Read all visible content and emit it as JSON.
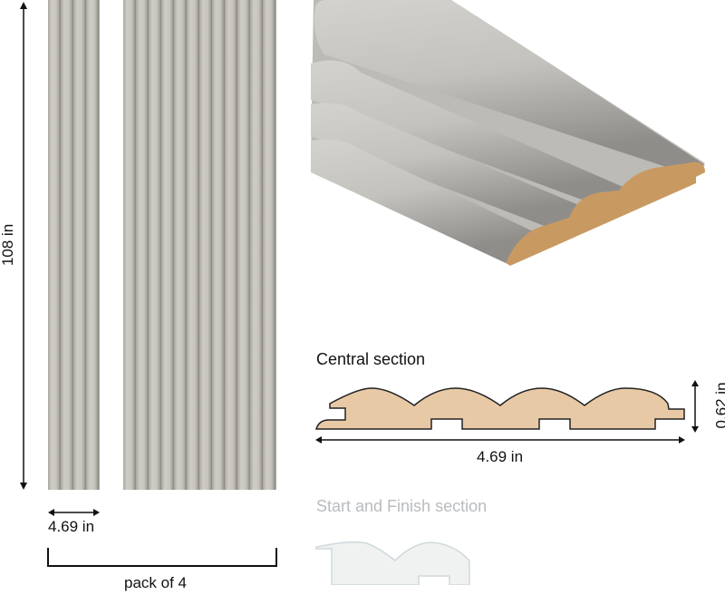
{
  "dimensions": {
    "height": "108 in",
    "panel_width": "4.69 in",
    "pack": "pack of 4"
  },
  "central_section": {
    "title": "Central section",
    "width": "4.69 in",
    "thickness": "0.62 in",
    "fill_color": "#e8c9a6"
  },
  "start_finish_section": {
    "title": "Start and Finish section",
    "fill_color": "#f0f1f1"
  },
  "colors": {
    "panel": "#c6c3bd",
    "mdf_core": "#c89a62"
  }
}
